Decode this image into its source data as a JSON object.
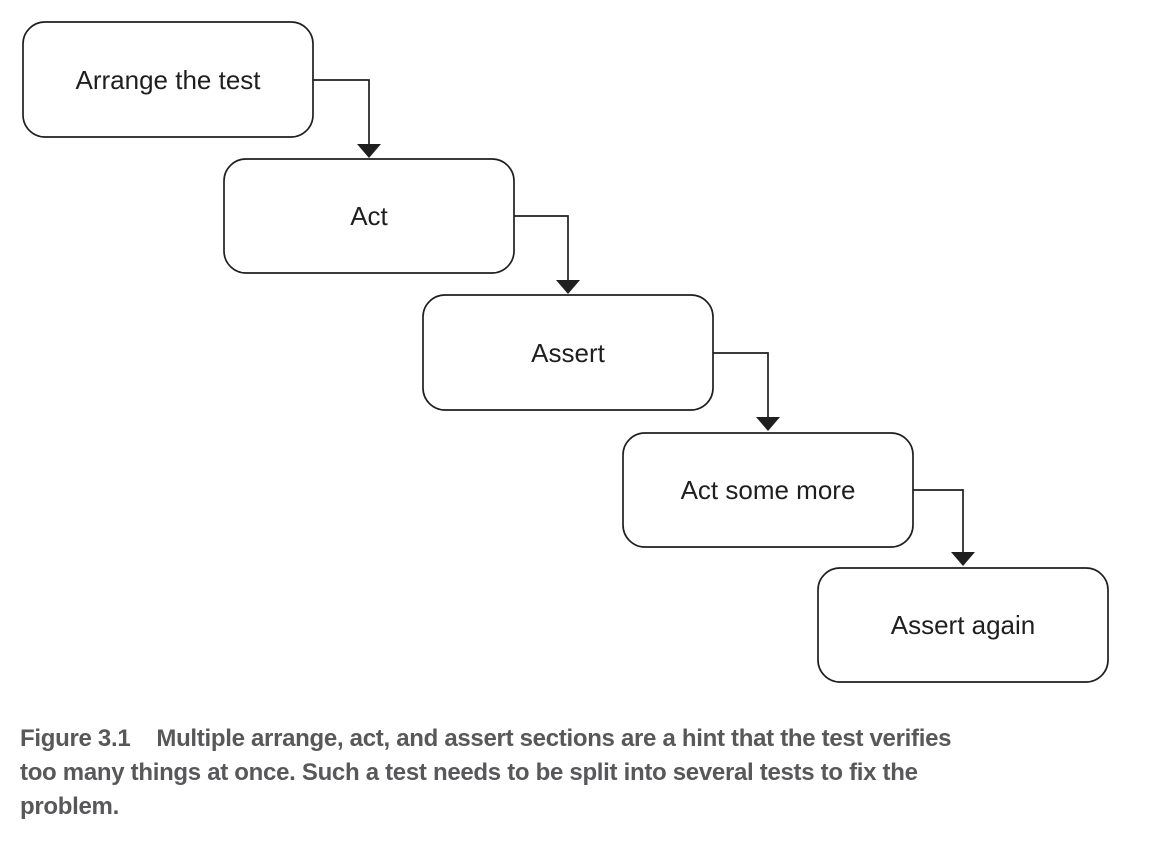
{
  "figure": {
    "type": "flow-diagram",
    "background_color": "#ffffff",
    "node_fill_color": "#ffffff",
    "line_color": "#1f1f1f",
    "nodes": [
      {
        "label": "Arrange the test"
      },
      {
        "label": "Act"
      },
      {
        "label": "Assert"
      },
      {
        "label": "Act some more"
      },
      {
        "label": "Assert again"
      }
    ],
    "connections": [
      {
        "from": "Arrange the test",
        "to": "Act"
      },
      {
        "from": "Act",
        "to": "Assert"
      },
      {
        "from": "Assert",
        "to": "Act some more"
      },
      {
        "from": "Act some more",
        "to": "Assert again"
      }
    ]
  },
  "caption": {
    "figure_label": "Figure 3.1",
    "text_color": "#58585a",
    "line1": "Multiple arrange, act, and assert sections are a hint that the test verifies",
    "line2": "too many things at once. Such a test needs to be split into several tests to fix the",
    "line3": "problem.",
    "full_text": "Figure 3.1  Multiple arrange, act, and assert sections are a hint that the test verifies too many things at once. Such a test needs to be split into several tests to fix the problem."
  }
}
